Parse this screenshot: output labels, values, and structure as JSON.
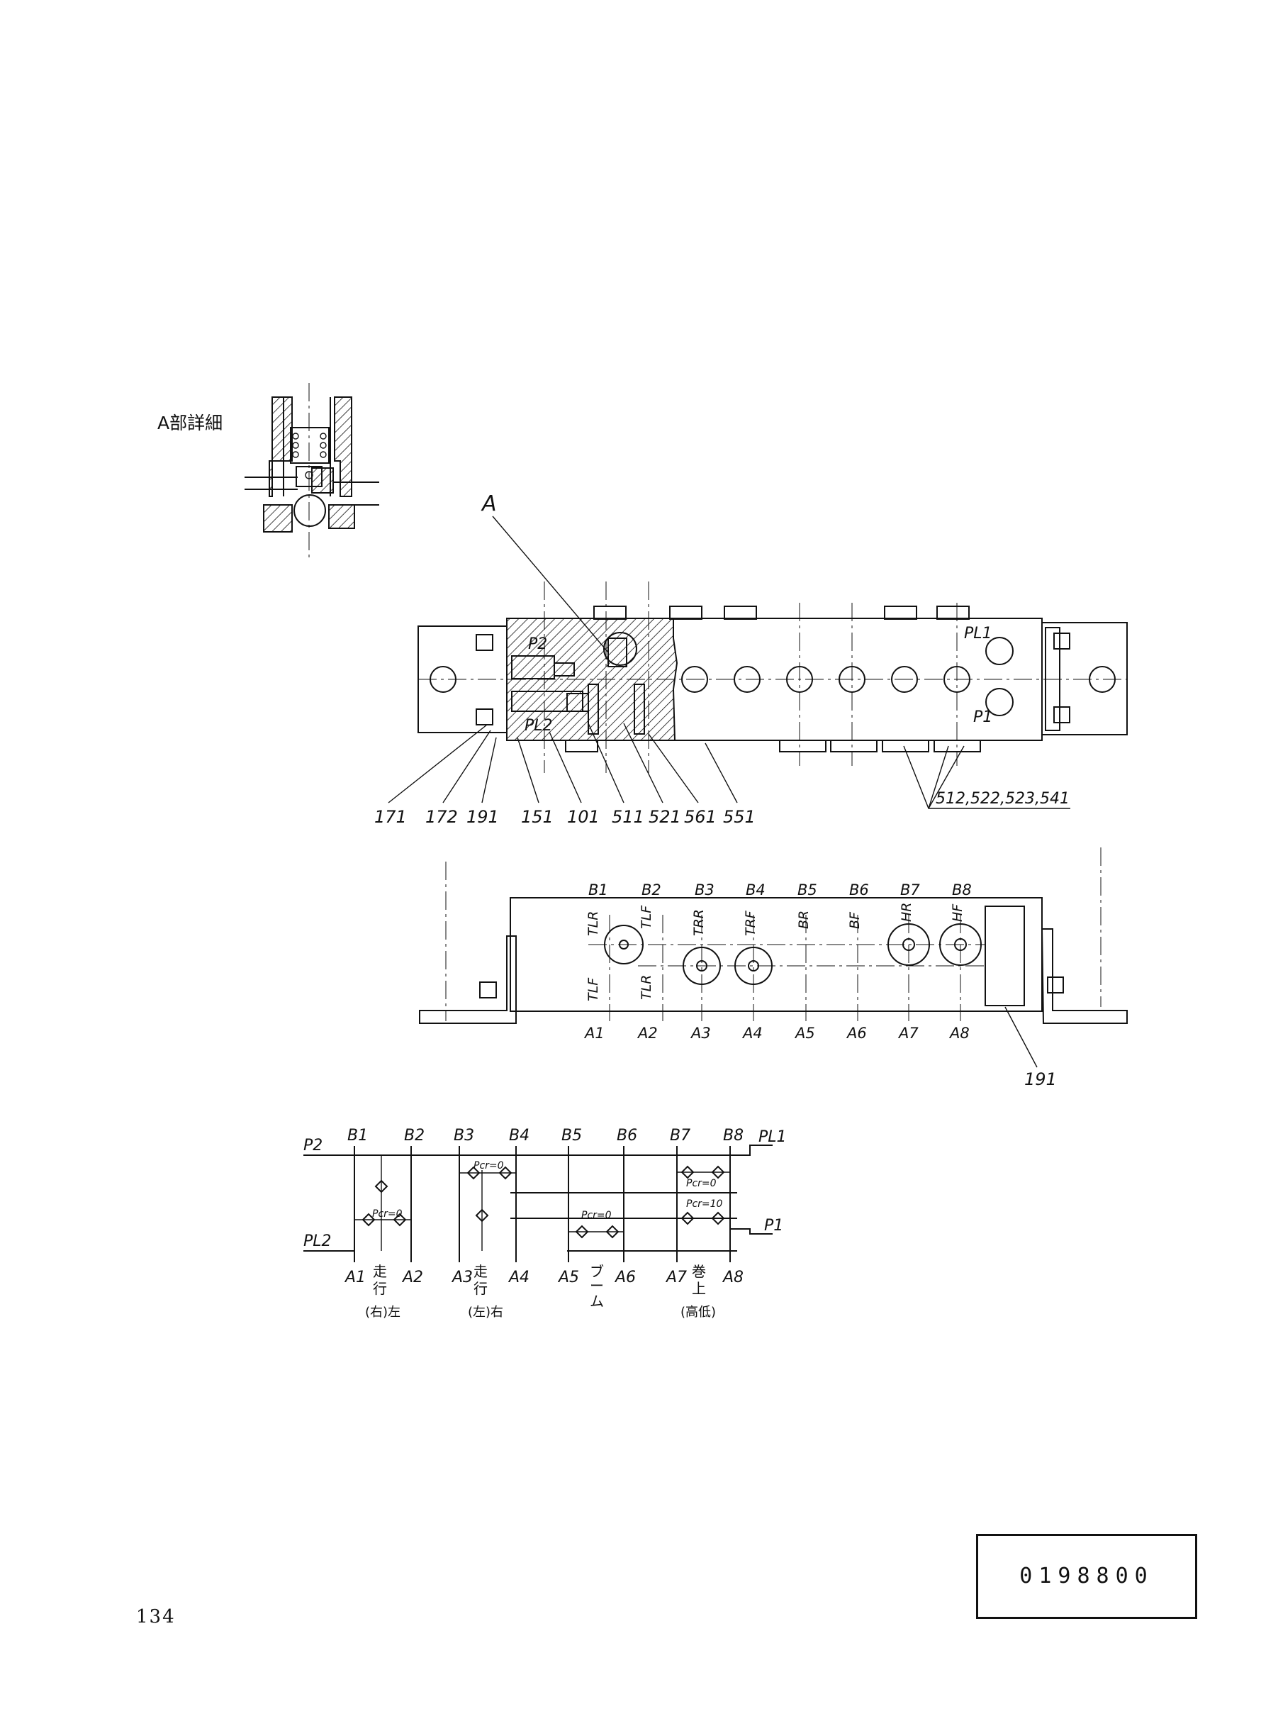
{
  "detail": {
    "title": "A部詳細"
  },
  "assembly": {
    "view_label": "A",
    "section_labels": [
      "P2",
      "PL2"
    ],
    "port_labels_right": [
      "PL1",
      "P1"
    ],
    "part_numbers": [
      "171",
      "172",
      "191",
      "151",
      "101",
      "511",
      "521",
      "561",
      "551"
    ],
    "callout_group": "512,522,523,541"
  },
  "front_view": {
    "b_ports": [
      "B1",
      "B2",
      "B3",
      "B4",
      "B5",
      "B6",
      "B7",
      "B8"
    ],
    "a_ports": [
      "A1",
      "A2",
      "A3",
      "A4",
      "A5",
      "A6",
      "A7",
      "A8"
    ],
    "upper_codes": [
      "TLR",
      "TLF",
      "TRR",
      "TRF",
      "BR",
      "BF",
      "HR",
      "HF"
    ],
    "lower_codes": [
      "TLF",
      "TLR"
    ],
    "part_number": "191"
  },
  "circuit": {
    "b_ports": [
      "B1",
      "B2",
      "B3",
      "B4",
      "B5",
      "B6",
      "B7",
      "B8"
    ],
    "a_ports": [
      "A1",
      "A2",
      "A3",
      "A4",
      "A5",
      "A6",
      "A7",
      "A8"
    ],
    "inlets_left": [
      "P2",
      "PL2"
    ],
    "inlets_right": [
      "PL1",
      "P1"
    ],
    "valve_settings": [
      "Pcr=0",
      "Pcr=0",
      "Pcr=0",
      "Pcr=0",
      "Pcr=10"
    ],
    "groups": [
      {
        "line1": "走",
        "line2": "行",
        "line3": "(右)左"
      },
      {
        "line1": "走",
        "line2": "行",
        "line3": "(左)右"
      },
      {
        "line1": "ブ",
        "line2": "ー",
        "line3": "ム"
      },
      {
        "line1": "巻",
        "line2": "上",
        "line3": "(高低)"
      }
    ]
  },
  "footer": {
    "page_number": "134",
    "drawing_number": "0198800"
  }
}
